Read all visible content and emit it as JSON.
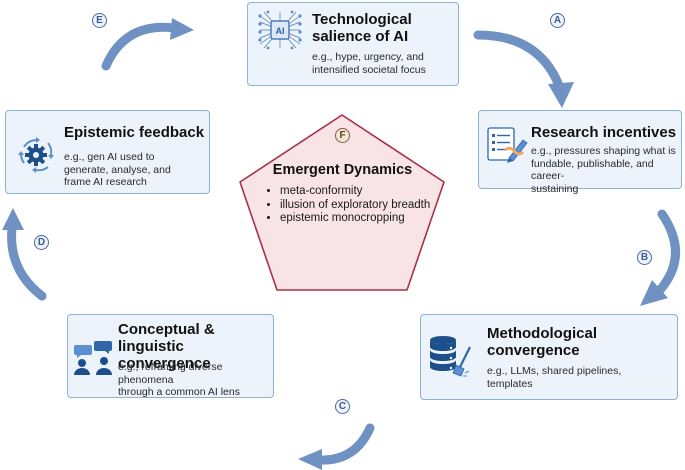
{
  "nodes": {
    "a": {
      "title_line1": "Technological",
      "title_line2": "salience of AI",
      "desc_line1": "e.g., hype, urgency, and",
      "desc_line2": "intensified societal focus",
      "icon": "ai-chip-icon"
    },
    "b": {
      "title": "Research incentives",
      "desc_line1": "e.g., pressures shaping what is",
      "desc_line2": "fundable, publishable, and career-",
      "desc_line3": "sustaining",
      "icon": "checklist-pen-icon"
    },
    "c": {
      "title_line1": "Methodological",
      "title_line2": "convergence",
      "desc_line1": "e.g., LLMs, shared pipelines,",
      "desc_line2": "templates",
      "icon": "database-broom-icon"
    },
    "d": {
      "title_line1": "Conceptual & linguistic",
      "title_line2": "convergence",
      "desc_line1": "e.g., reframing diverse phenomena",
      "desc_line2": "through a common AI lens",
      "icon": "people-conversation-icon"
    },
    "e": {
      "title": "Epistemic feedback",
      "desc_line1": "e.g., gen AI used to",
      "desc_line2": "generate, analyse, and",
      "desc_line3": "frame AI research",
      "icon": "gear-cycle-icon"
    }
  },
  "center": {
    "marker": "F",
    "title": "Emergent Dynamics",
    "items": [
      "meta-conformity",
      "illusion of exploratory breadth",
      "epistemic monocropping"
    ]
  },
  "labels": {
    "a": "A",
    "b": "B",
    "c": "C",
    "d": "D",
    "e": "E"
  },
  "colors": {
    "box_fill": "#edf3fb",
    "box_border": "#8fb1d8",
    "arrow": "#6f92c3",
    "pentagon_fill": "#f8e3e7",
    "pentagon_border": "#a6324a",
    "icon": "#2f66a8"
  }
}
